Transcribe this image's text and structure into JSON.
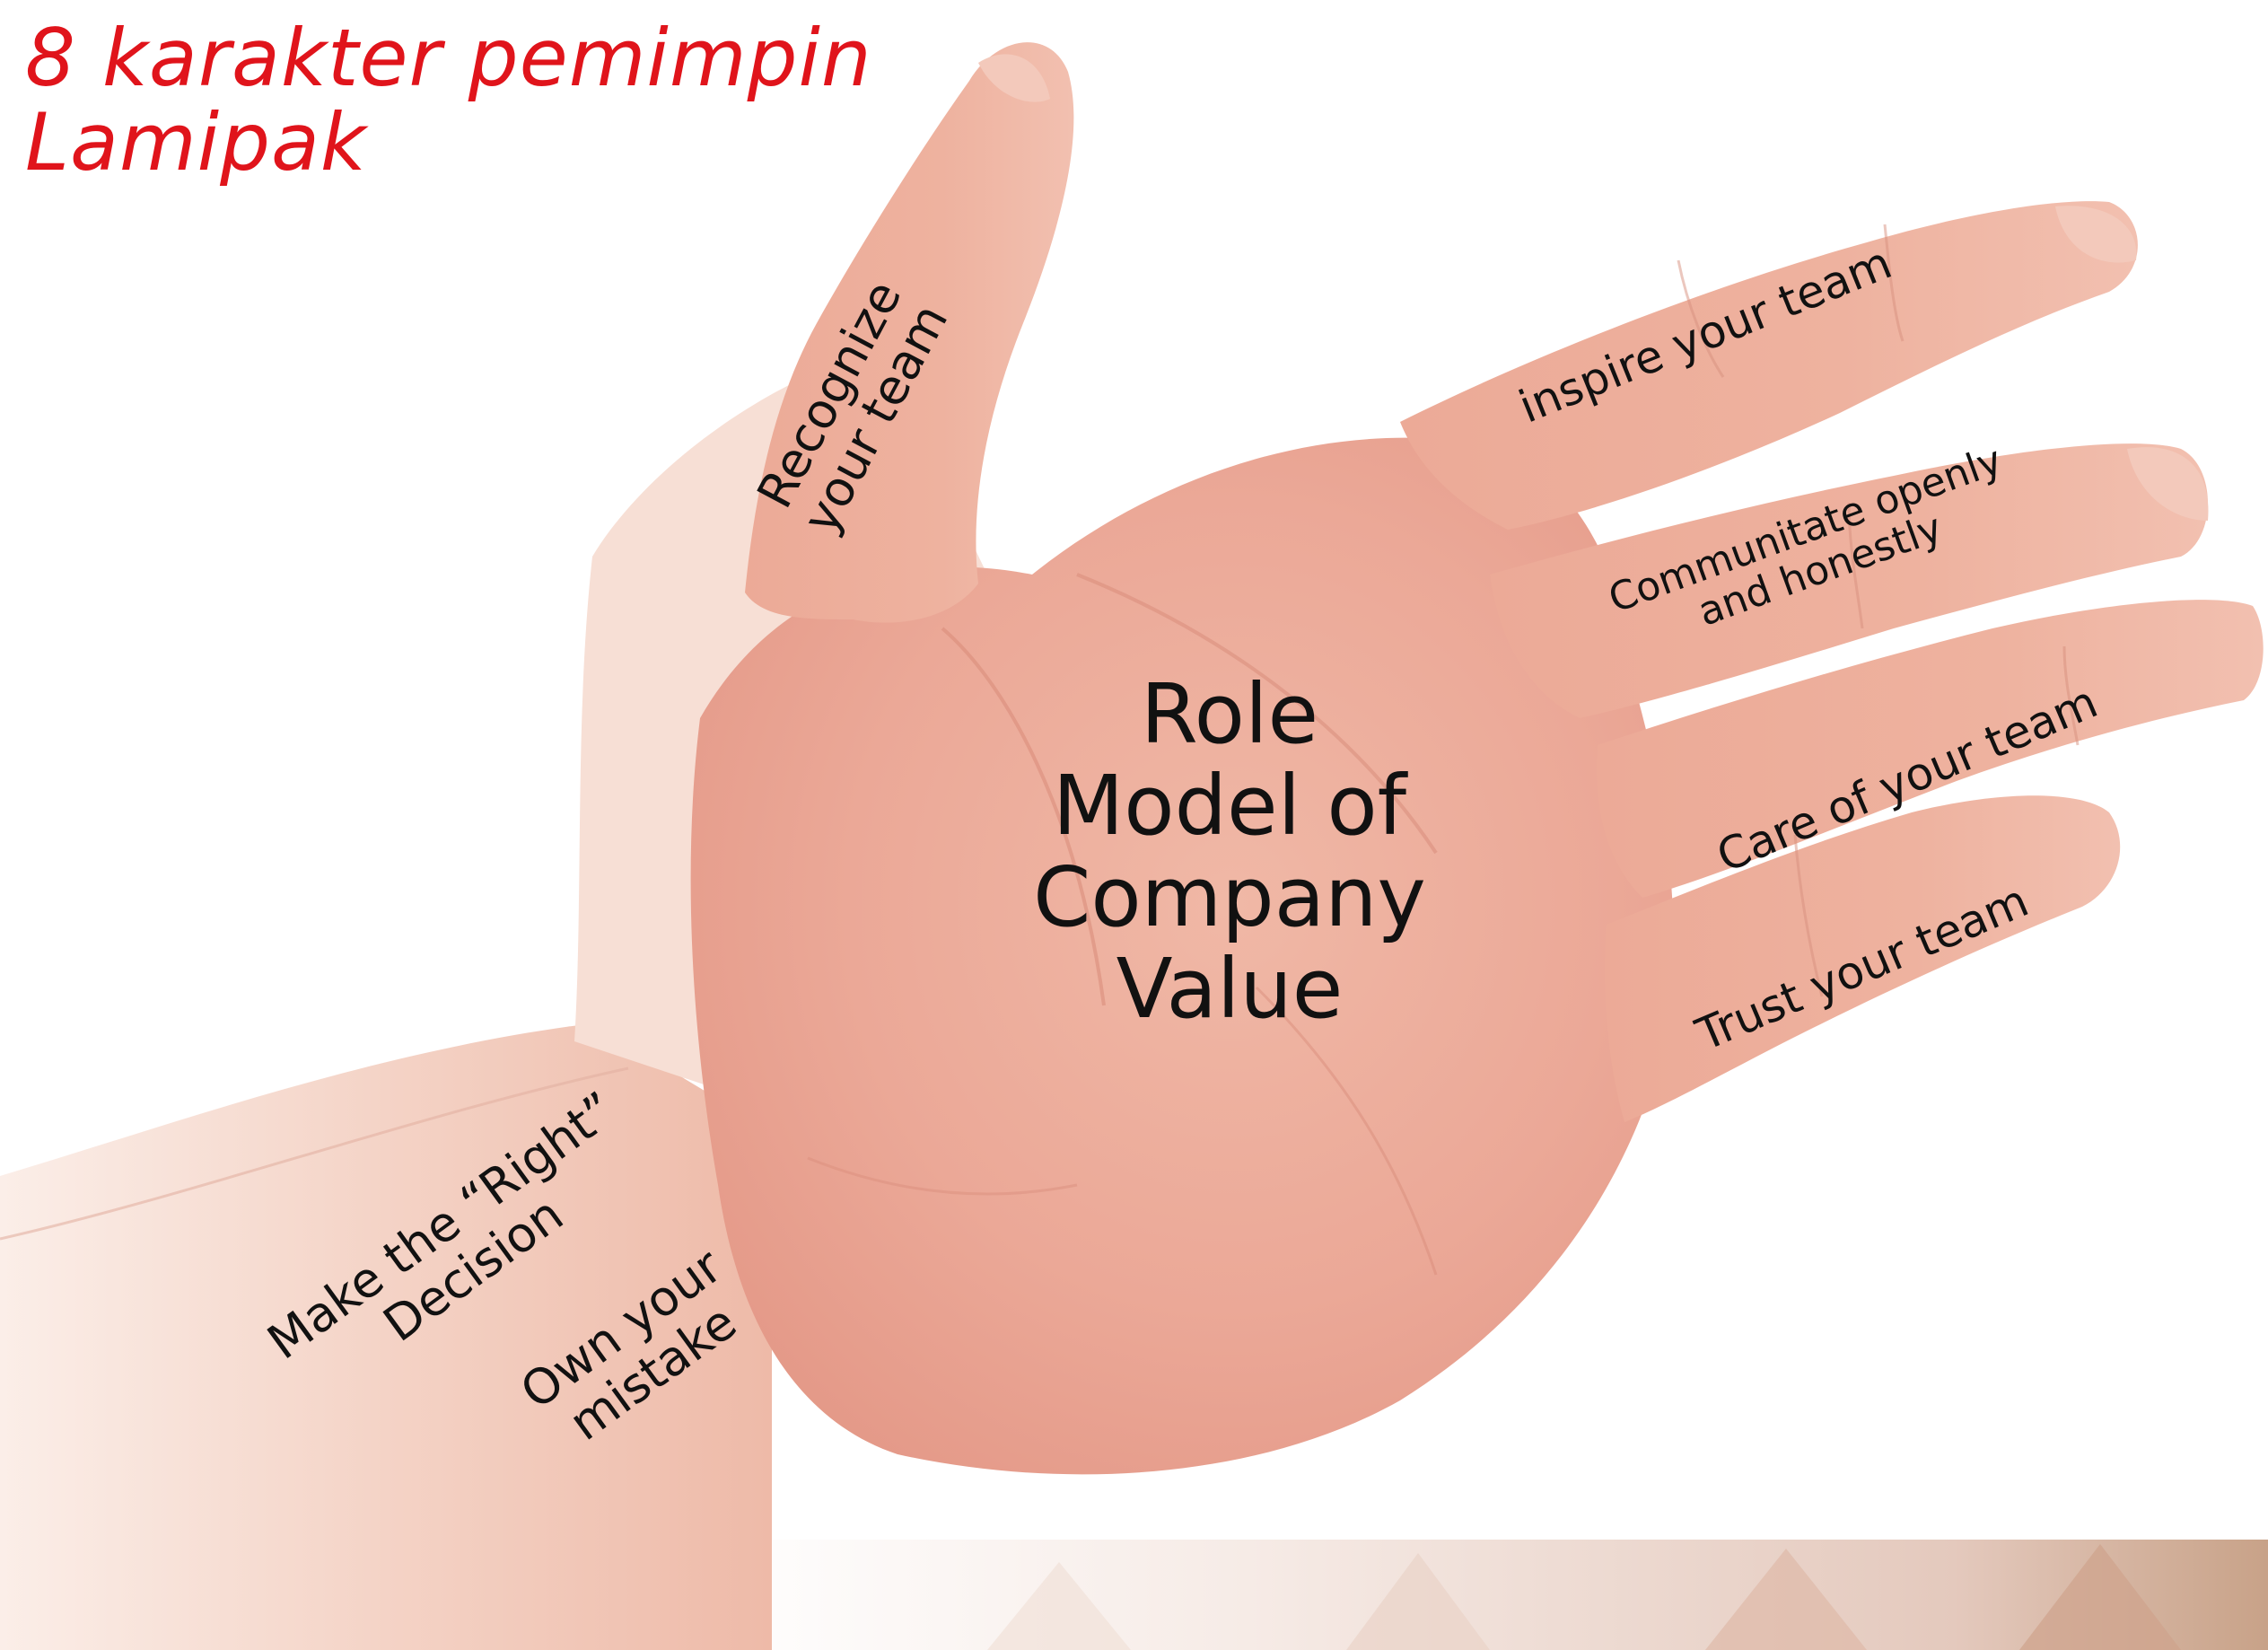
{
  "title": {
    "line1": "8 karakter pemimpin",
    "line2": "Lamipak"
  },
  "center": {
    "line1": "Role",
    "line2": "Model of",
    "line3": "Company",
    "line4": "Value"
  },
  "labels": {
    "thumb": {
      "line1": "Recognize",
      "line2": "your team"
    },
    "index": {
      "line1": "inspire your team"
    },
    "middle": {
      "line1": "Communitate openly",
      "line2": "and honestly"
    },
    "ring": {
      "line1": "Care of your team"
    },
    "little": {
      "line1": "Trust your team"
    },
    "wrist_decision": {
      "line1": "Make the “Right”",
      "line2": "Decision"
    },
    "wrist_mistake": {
      "line1": "Own your",
      "line2": "mistake"
    }
  },
  "colors": {
    "title": "#e0141b",
    "label_text": "#111111",
    "skin_light": "#f6d2c4",
    "skin_mid": "#eeb3a0",
    "skin_dark": "#dc8f7d",
    "banner": "#ead8cf"
  }
}
